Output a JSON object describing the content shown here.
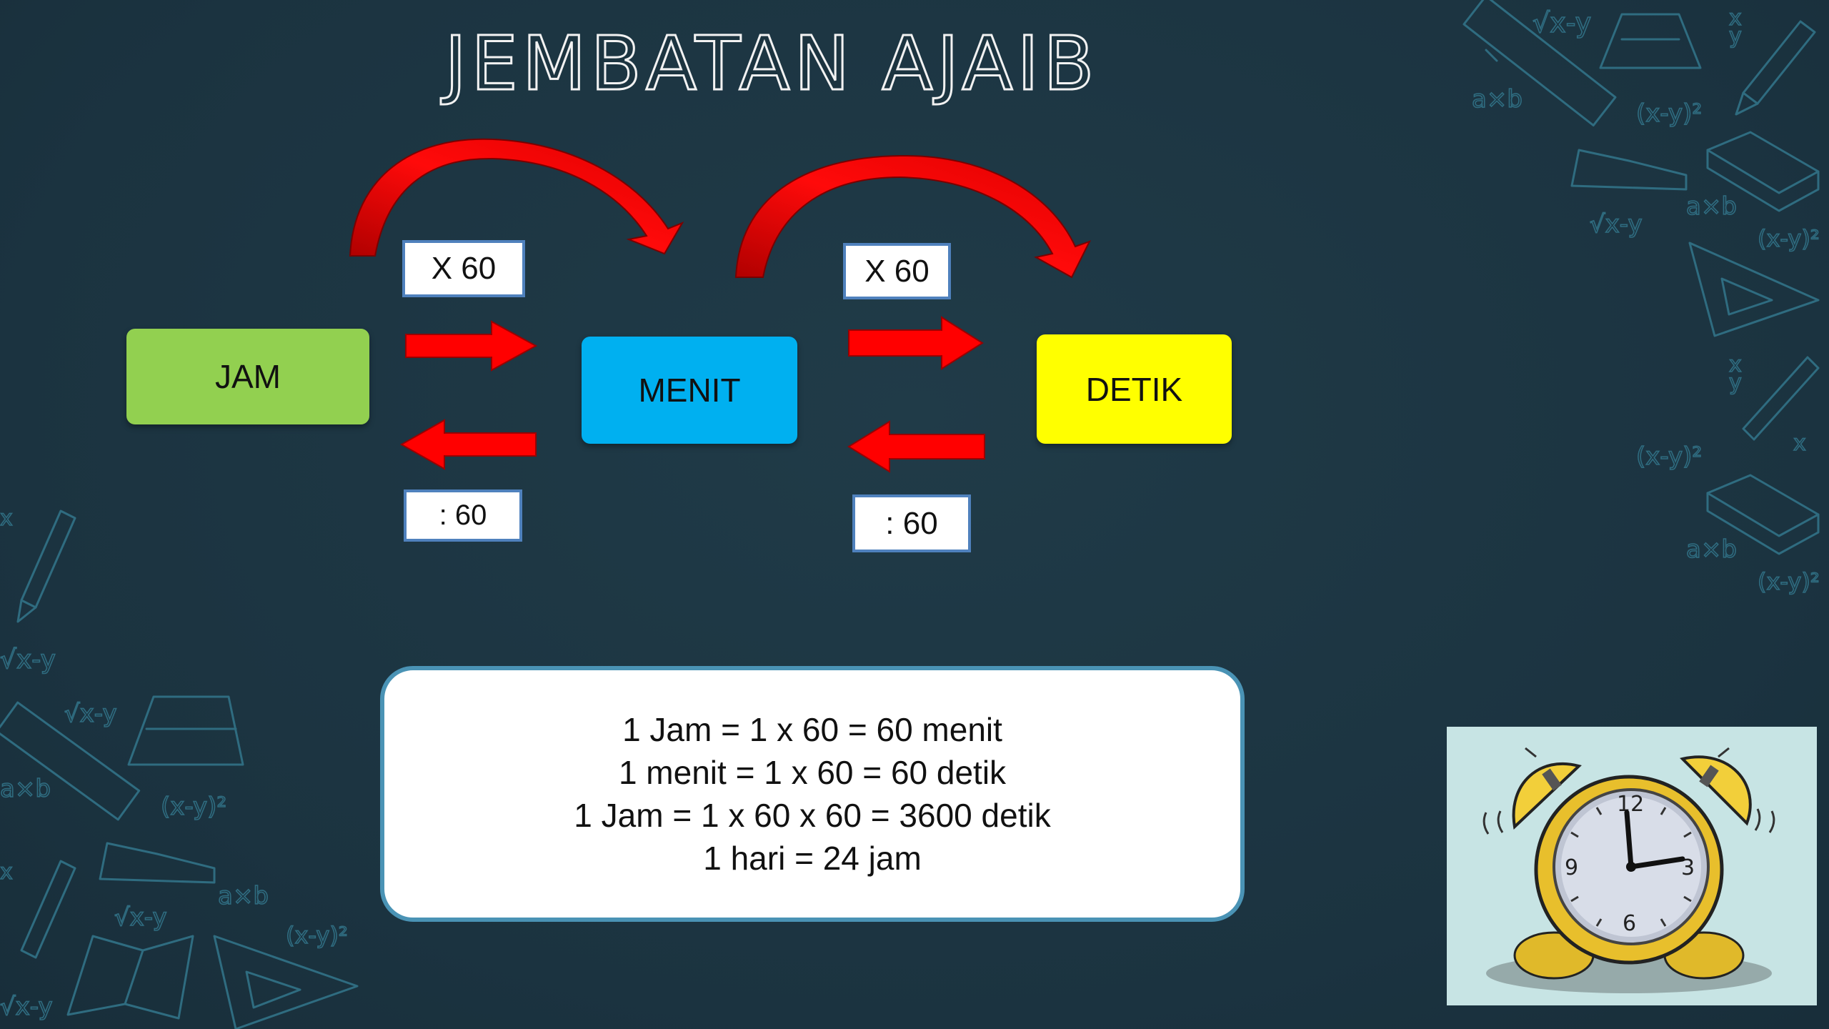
{
  "title": "JEMBATAN AJAIB",
  "units": {
    "jam": "JAM",
    "menit": "MENIT",
    "detik": "DETIK"
  },
  "operations": {
    "jam_to_menit": "X 60",
    "menit_to_jam": ": 60",
    "menit_to_detik": "X 60",
    "detik_to_menit": ": 60"
  },
  "summary": [
    "1 Jam = 1 x 60 = 60 menit",
    "1 menit = 1 x 60 = 60 detik",
    "1 Jam = 1 x 60 x 60 = 3600 detik",
    "1 hari = 24 jam"
  ],
  "clock": {
    "numerals": [
      "12",
      "3",
      "6",
      "9"
    ]
  },
  "doodle_text": {
    "sqrt": "√x-y",
    "product": "a×b",
    "fraction_top": "x",
    "fraction_bottom": "y",
    "power": "(x-y)²"
  },
  "colors": {
    "background": "#1c3440",
    "jam": "#92d050",
    "menit": "#00b0f0",
    "detik": "#ffff00",
    "arrow": "#ff0000",
    "op_border": "#4f81bd",
    "summary_border": "#4a93b5",
    "doodle": "#2f6c80"
  }
}
